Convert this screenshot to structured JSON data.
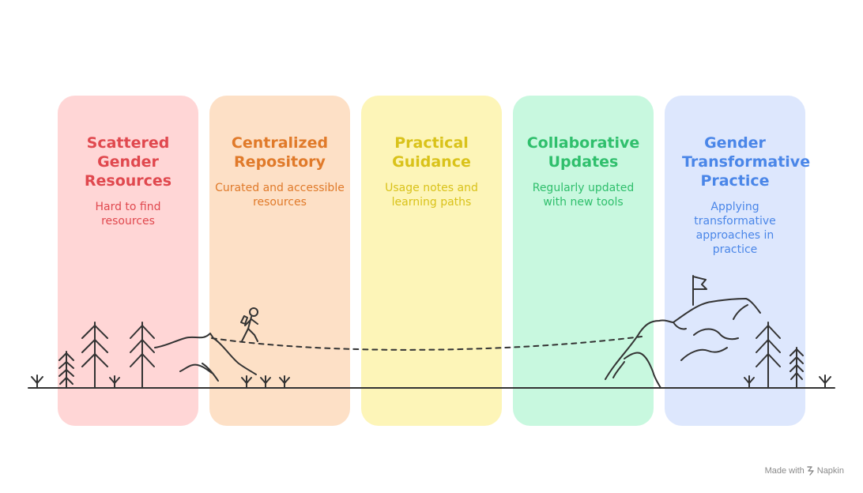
{
  "panels": [
    {
      "title": "Scattered Gender Resources",
      "desc": "Hard to find resources",
      "bg": "#ffd6d6",
      "color": "#e0484e"
    },
    {
      "title": "Centralized Repository",
      "desc": "Curated and accessible resources",
      "bg": "#fde0c6",
      "color": "#e07a2a"
    },
    {
      "title": "Practical Guidance",
      "desc": "Usage notes and learning paths",
      "bg": "#fdf5b8",
      "color": "#d9c21a"
    },
    {
      "title": "Collaborative Updates",
      "desc": "Regularly updated with new tools",
      "bg": "#c8f8df",
      "color": "#2fbf6c"
    },
    {
      "title": "Gender Transformative Practice",
      "desc": "Applying transformative approaches in practice",
      "bg": "#dde7fd",
      "color": "#4a86e8"
    }
  ],
  "footer": {
    "prefix": "Made with",
    "brand": "Napkin"
  }
}
